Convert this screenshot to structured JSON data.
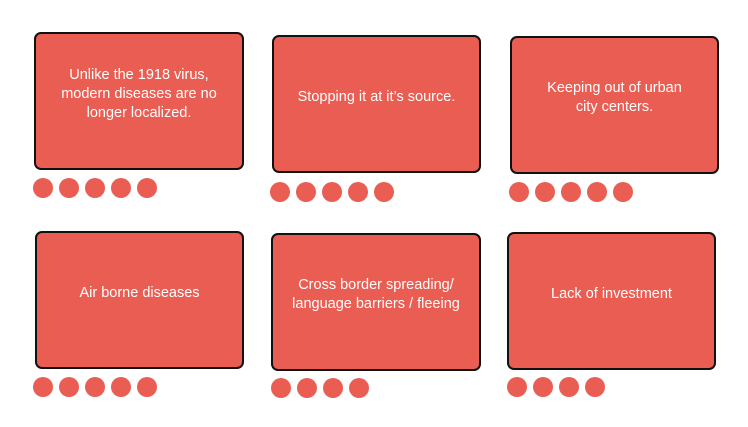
{
  "colors": {
    "card_fill": "#ea5d53",
    "card_border": "#111111",
    "dot_fill": "#ea5d53",
    "text": "#ffffff"
  },
  "cards": [
    {
      "text": "Unlike the 1918 virus,\nmodern diseases are no\nlonger localized.",
      "dot_count": 5
    },
    {
      "text": "Stopping it at it’s source.",
      "dot_count": 5
    },
    {
      "text": "Keeping out of urban\ncity centers.",
      "dot_count": 5
    },
    {
      "text": "Air borne diseases",
      "dot_count": 5
    },
    {
      "text": "Cross border spreading/\nlanguage barriers / fleeing",
      "dot_count": 4
    },
    {
      "text": "Lack of investment",
      "dot_count": 4
    }
  ]
}
